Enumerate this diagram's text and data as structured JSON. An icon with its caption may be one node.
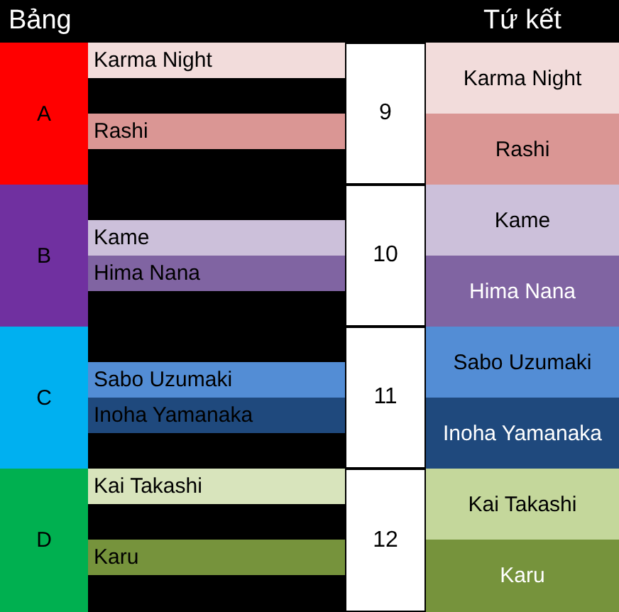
{
  "diagram": {
    "nodes": [
      {
        "text": [
          "A"
        ]
      },
      {
        "text": [
          "Karma Night"
        ]
      },
      {
        "text": [
          "Rashi"
        ]
      },
      {
        "text": [
          "9"
        ]
      },
      {
        "text": [
          "Karma Night"
        ]
      },
      {
        "text": [
          "Rashi"
        ]
      },
      {
        "text": [
          "B"
        ]
      },
      {
        "text": [
          "Kame"
        ]
      },
      {
        "text": [
          "Hima Nana"
        ]
      },
      {
        "text": [
          "10"
        ]
      },
      {
        "text": [
          "Kame"
        ]
      },
      {
        "text": [
          "Hima Nana"
        ]
      },
      {
        "text": [
          "C"
        ]
      },
      {
        "text": [
          "Sabo Uzumaki"
        ]
      },
      {
        "text": [
          "Inoha Yamanaka"
        ]
      },
      {
        "text": [
          "11"
        ]
      },
      {
        "text": [
          "Sabo Uzumaki"
        ]
      },
      {
        "text": [
          "Inoha Yamanaka"
        ]
      },
      {
        "text": [
          "D"
        ]
      },
      {
        "text": [
          "Kai Takashi"
        ]
      },
      {
        "text": [
          "Karu"
        ]
      },
      {
        "text": [
          "12"
        ]
      },
      {
        "text": [
          "Kai Takashi"
        ]
      },
      {
        "text": [
          "Karu"
        ]
      }
    ],
    "labels": [
      "Bảng",
      "Tứ kết"
    ]
  }
}
